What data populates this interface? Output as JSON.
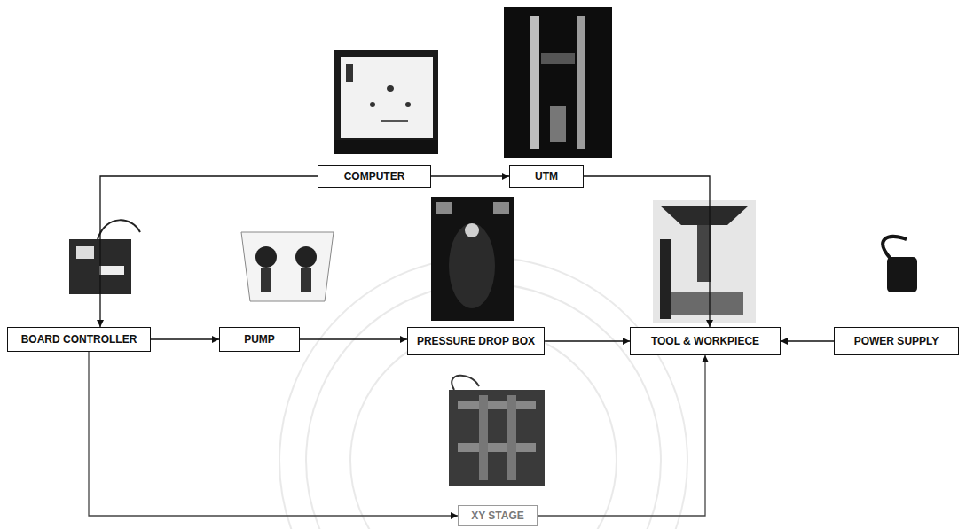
{
  "diagram": {
    "nodes": [
      {
        "text": [
          "COMPUTER"
        ]
      },
      {
        "text": [
          "UTM"
        ]
      },
      {
        "text": [
          "BOARD CONTROLLER"
        ]
      },
      {
        "text": [
          "PUMP"
        ]
      },
      {
        "text": [
          "PRESSURE DROP BOX"
        ]
      },
      {
        "text": [
          "TOOL & WORKPIECE"
        ]
      },
      {
        "text": [
          "POWER SUPPLY"
        ]
      },
      {
        "text": [
          "XY STAGE"
        ]
      }
    ],
    "edges": [
      {
        "from": 0,
        "to": 2,
        "arrow": "to"
      },
      {
        "from": 0,
        "to": 1,
        "arrow": "to"
      },
      {
        "from": 1,
        "to": 5,
        "arrow": "to"
      },
      {
        "from": 2,
        "to": 3,
        "arrow": "to"
      },
      {
        "from": 3,
        "to": 4,
        "arrow": "to"
      },
      {
        "from": 4,
        "to": 5,
        "arrow": "to"
      },
      {
        "from": 6,
        "to": 5,
        "arrow": "to"
      },
      {
        "from": 2,
        "to": 7,
        "arrow": "to"
      },
      {
        "from": 7,
        "to": 5,
        "arrow": "to"
      }
    ]
  }
}
